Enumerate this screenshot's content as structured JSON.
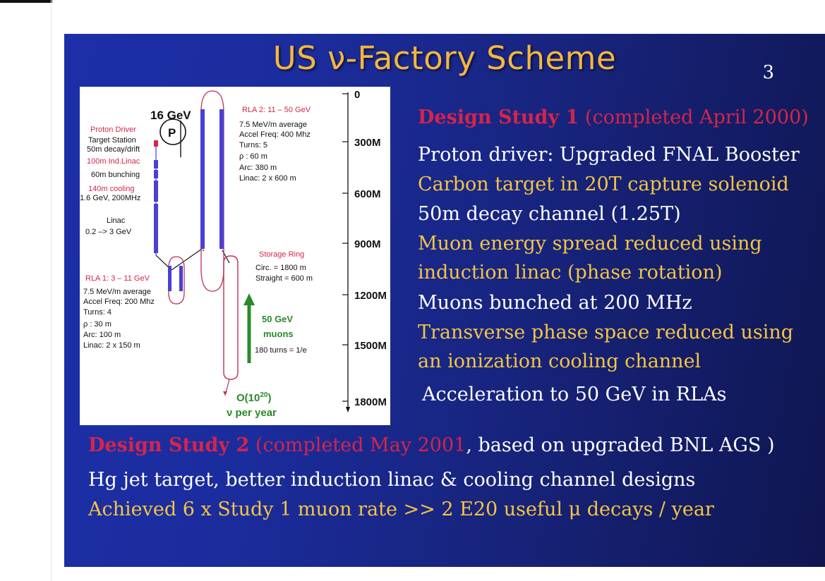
{
  "slide": {
    "title": "US  ν-Factory Scheme",
    "page_number": "3"
  },
  "diagram": {
    "energy_16": "16 GeV",
    "proton_symbol": "P",
    "proton_driver": "Proton Driver",
    "target_station": "Target Station",
    "decay_drift": "50m decay/drift",
    "ind_linac": "100m Ind.Linac",
    "bunching": "60m bunching",
    "cooling": "140m cooling",
    "cooling_spec": "1.6 GeV, 200MHz",
    "linac": "Linac",
    "linac_range": "0.2 –> 3 GeV",
    "rla1": {
      "title": "RLA 1:  3 – 11 GeV",
      "lines": [
        "7.5 MeV/m average",
        "Accel Freq: 200 Mhz",
        "Turns:  4",
        "ρ :  30 m",
        "Arc:  100 m",
        "Linac:  2 x 150 m"
      ]
    },
    "rla2": {
      "title": "RLA 2:  11 – 50 GeV",
      "lines": [
        "7.5 MeV/m average",
        "Accel Freq: 400 Mhz",
        "Turns:  5",
        "ρ :  60 m",
        "Arc:  380 m",
        "Linac:  2 x 600 m"
      ]
    },
    "storage_ring": {
      "title": "Storage Ring",
      "lines": [
        "Circ. = 1800 m",
        "Straight = 600 m"
      ]
    },
    "muons_energy": "50 GeV",
    "muons_label": "muons",
    "turns_note": "180 turns = 1/e",
    "flux_prefix": "O(10",
    "flux_exp": "20",
    "flux_suffix": ")",
    "per_year": "ν per year",
    "scale_ticks": [
      "0",
      "300M",
      "600M",
      "900M",
      "1200M",
      "1500M",
      "1800M"
    ]
  },
  "study1": {
    "name": "Design Study 1",
    "status": " (completed April 2000)",
    "items": [
      {
        "text": "Proton driver:  Upgraded FNAL Booster",
        "color": "#ffffff"
      },
      {
        "text": "Carbon target in 20T capture solenoid",
        "color": "#f4c542"
      },
      {
        "text": "50m decay channel (1.25T)",
        "color": "#ffffff"
      },
      {
        "text": "Muon energy spread reduced using",
        "color": "#f4c542"
      },
      {
        "text": "induction linac (phase rotation)",
        "color": "#f4c542"
      },
      {
        "text": "Muons bunched at 200 MHz",
        "color": "#ffffff"
      },
      {
        "text": "Transverse phase space reduced using",
        "color": "#f4c542"
      },
      {
        "text": "an ionization cooling channel",
        "color": "#f4c542"
      },
      {
        "text": "Acceleration to 50 GeV in RLAs",
        "color": "#ffffff"
      }
    ]
  },
  "study2": {
    "name": "Design Study 2",
    "status": " (completed May 2001",
    "suffix": ", based on upgraded BNL AGS )",
    "line2": "Hg jet target, better induction linac & cooling channel designs",
    "line3": "Achieved 6 x Study 1 muon rate >> 2 E20 useful μ  decays / year"
  },
  "colors": {
    "background": "#1d2fa8",
    "title": "#f4b63d",
    "highlight_red": "#d6244a",
    "text_yellow": "#f4c542",
    "text_white": "#ffffff",
    "beamline_blue": "#4a3fd6",
    "ring_red": "#c23050",
    "arrow_green": "#2a8a2a"
  }
}
